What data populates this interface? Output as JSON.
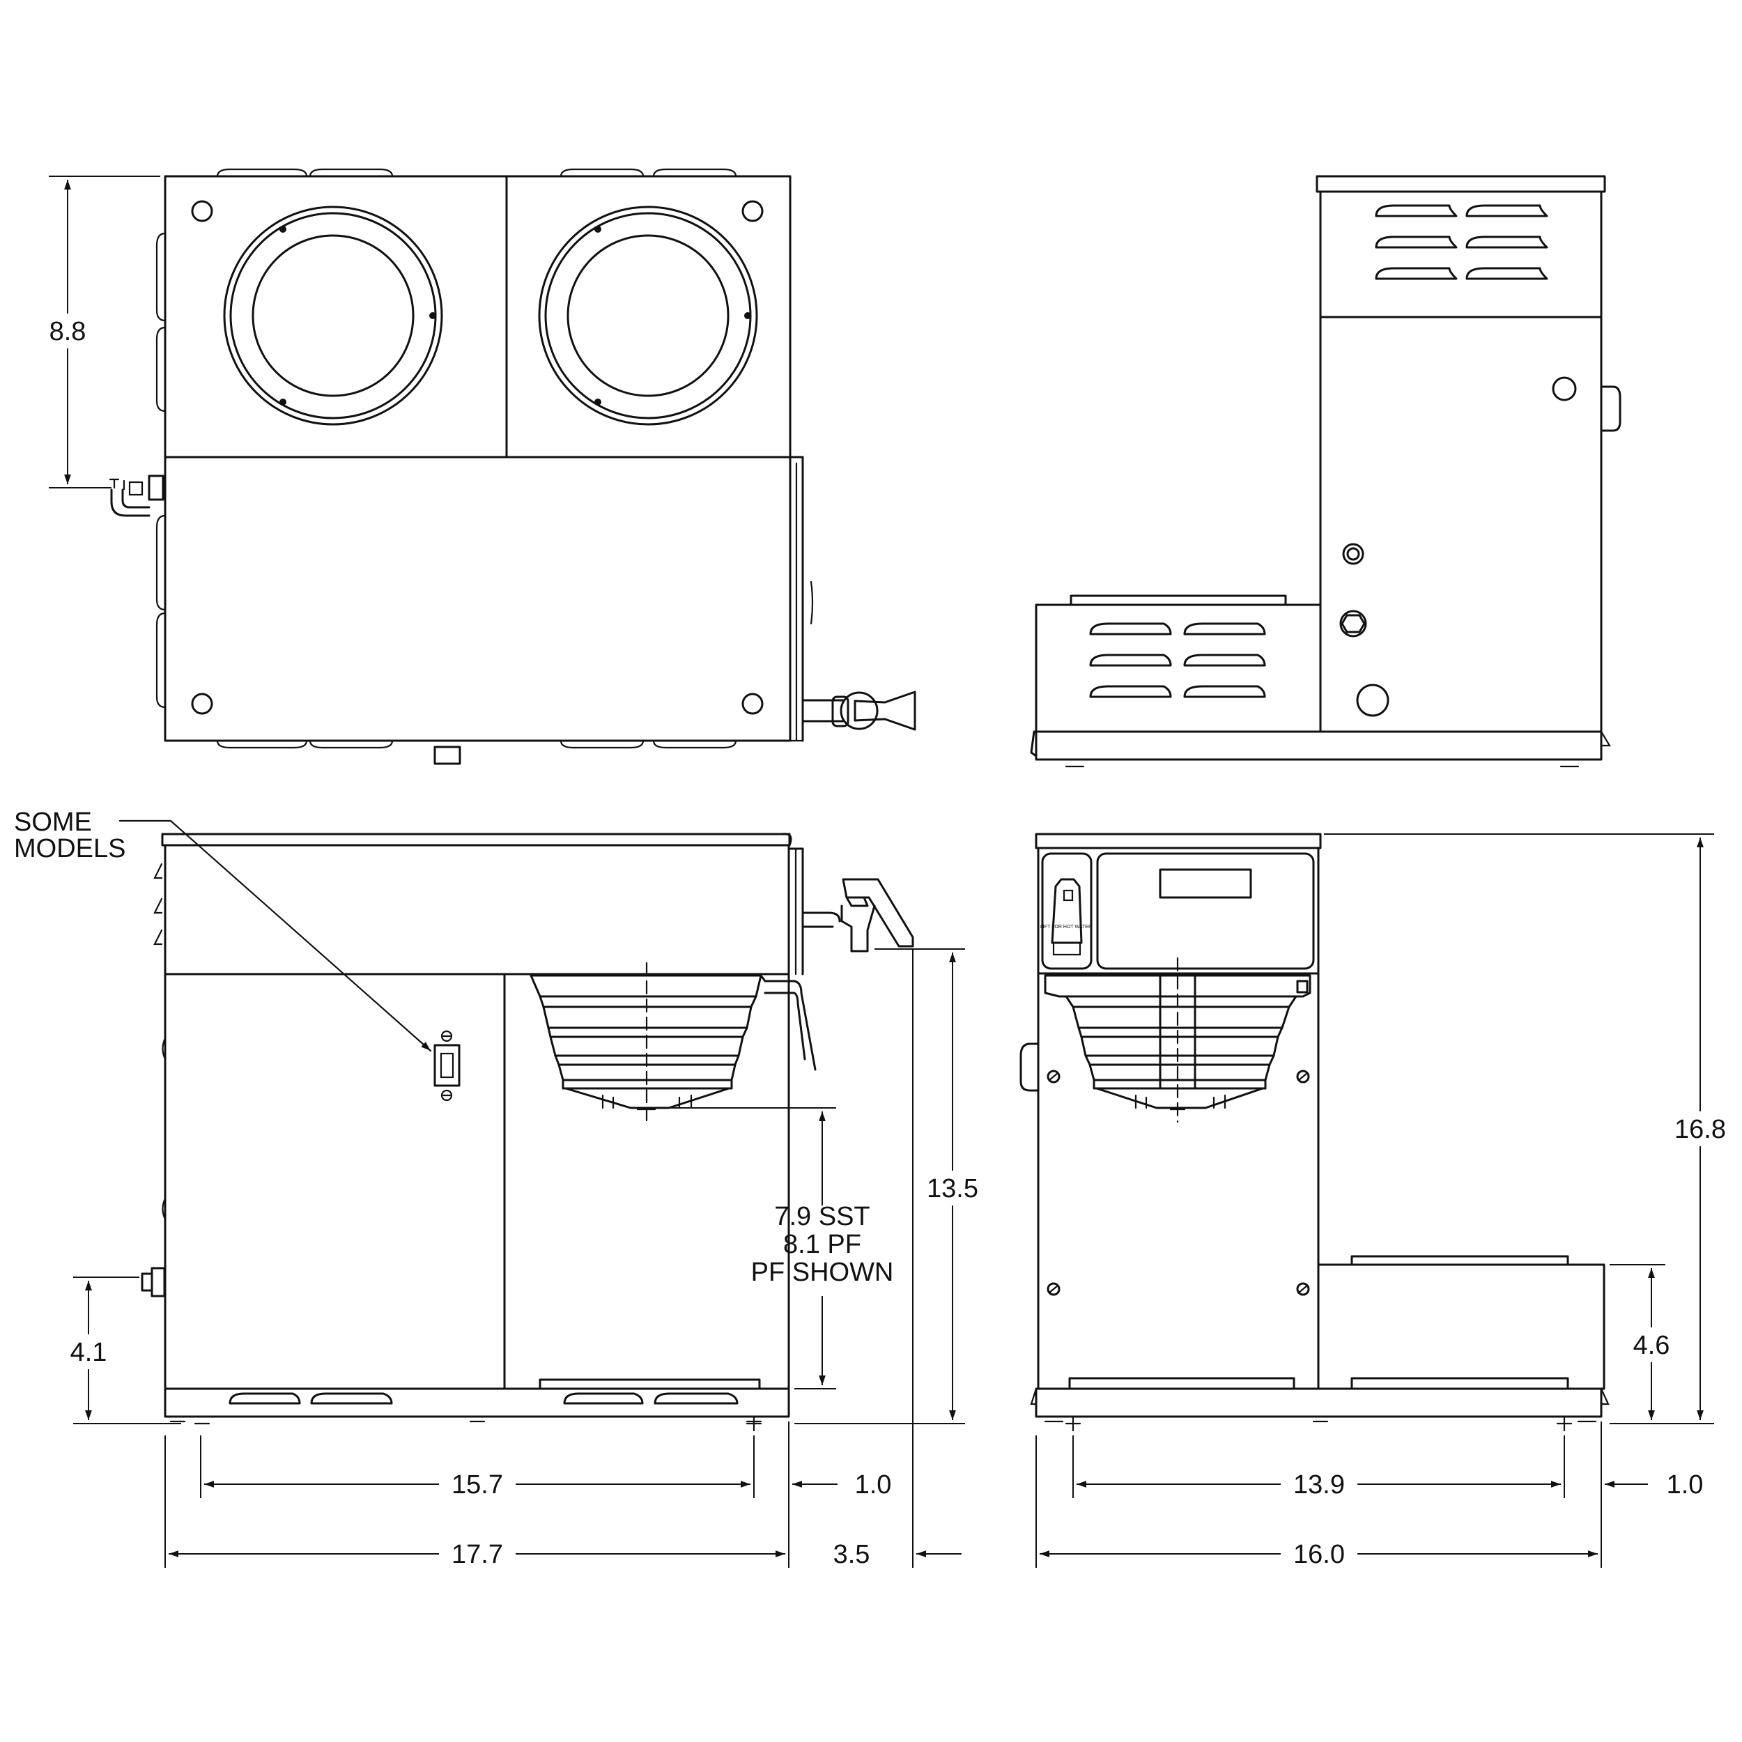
{
  "callout": {
    "line1": "SOME",
    "line2": "MODELS"
  },
  "dims": {
    "top_height": "8.8",
    "front_base_to_tap": "4.1",
    "front_feet_span": "15.7",
    "front_width": "17.7",
    "front_right_offset": "1.0",
    "faucet_extension": "3.5",
    "total_height_to_faucet": "13.5",
    "funnel_clearance_1": "7.9 SST",
    "funnel_clearance_2": "8.1 PF",
    "funnel_clearance_3": "PF SHOWN",
    "side_feet_span": "13.9",
    "side_width": "16.0",
    "side_right_offset": "1.0",
    "warmer_height": "4.6",
    "overall_height": "16.8"
  },
  "switch_label": "LIFT FOR HOT WATER"
}
